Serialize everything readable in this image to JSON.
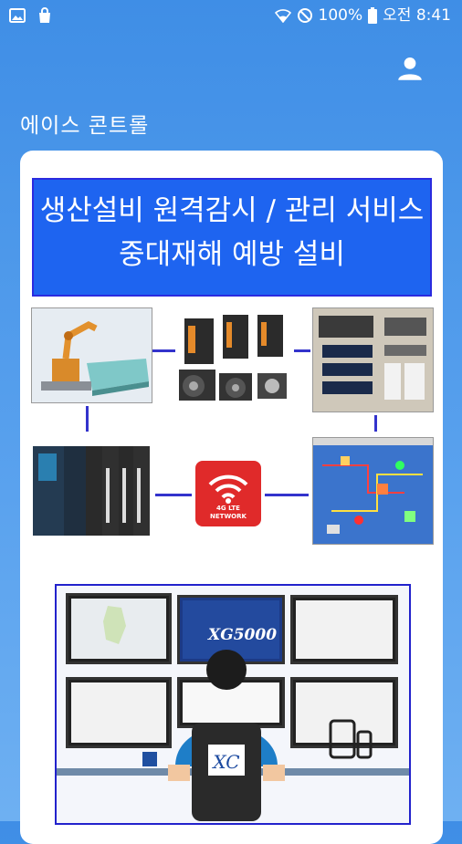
{
  "status_bar": {
    "battery": "100%",
    "time": "오전 8:41"
  },
  "app": {
    "title": "에이스 콘트롤"
  },
  "banner": {
    "line1": "생산설비 원격감시 / 관리 서비스",
    "line2": "중대재해 예방 설비"
  },
  "network_badge": {
    "line1": "4G LTE",
    "line2": "NETWORK"
  },
  "monitor_center": {
    "software_name": "XG5000",
    "logo_text": "XC"
  },
  "colors": {
    "header_bg": "#3f8ee6",
    "banner_bg": "#1e64f0",
    "connector": "#3333cc",
    "lte_badge": "#e02a2a"
  }
}
